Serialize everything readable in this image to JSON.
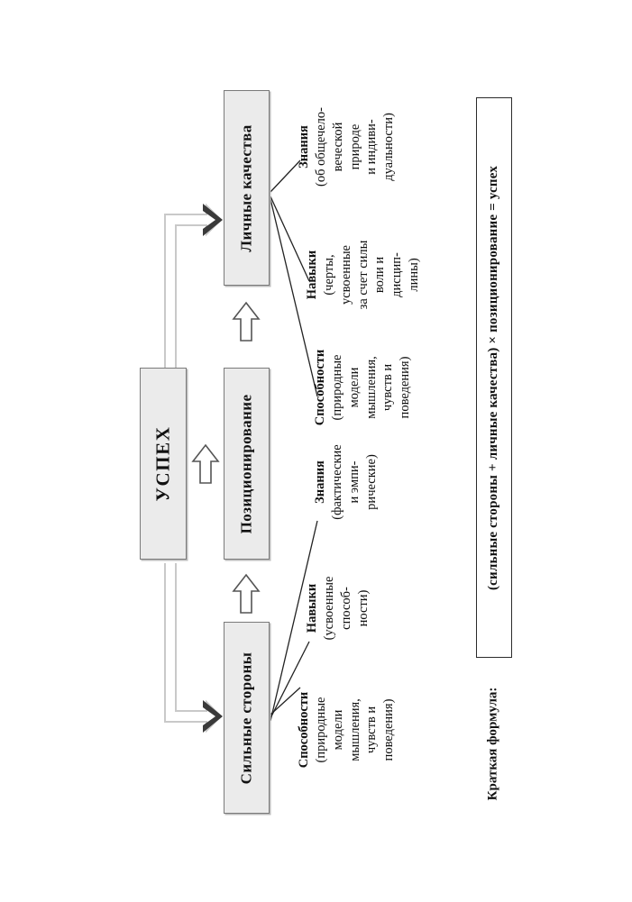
{
  "diagram": {
    "title_node": "УСПЕХ",
    "nodes": [
      {
        "id": "success",
        "label": "УСПЕХ"
      },
      {
        "id": "personal",
        "label": "Личные качества"
      },
      {
        "id": "position",
        "label": "Позиционирование"
      },
      {
        "id": "strengths",
        "label": "Сильные стороны"
      }
    ],
    "personal_qualities_items": [
      {
        "heading": "Способности",
        "body": "(природные\nмодели\nмышления,\nчувств и\nповедения)"
      },
      {
        "heading": "Навыки",
        "body": "(черты,\nусвоенные\nза счет силы\nволи и\nдисцип-\nлины)"
      },
      {
        "heading": "Знания",
        "body": "(об общечело-\nвеческой\nприроде\nи индиви-\nдуальности)"
      }
    ],
    "strengths_items": [
      {
        "heading": "Способности",
        "body": "(природные\nмодели\nмышления,\nчувств и\nповедения)"
      },
      {
        "heading": "Навыки",
        "body": "(усвоенные\nспособ-\nности)"
      },
      {
        "heading": "Знания",
        "body": "(фактические\nи эмпи-\nрические)"
      }
    ],
    "formula": {
      "label": "Краткая формула:",
      "expression": "(сильные стороны + личные качества) × позиционирование = успех"
    },
    "colors": {
      "node_fill": "#ebebeb",
      "node_border": "#7a7a7a",
      "connector_gray": "#c9c9c9",
      "arrowhead": "#3a3a3a",
      "text": "#111111",
      "formula_border": "#2b2b2b"
    },
    "arrows": [
      {
        "name": "strengths-to-position",
        "style": "hollow-block"
      },
      {
        "name": "position-to-success",
        "style": "hollow-block"
      },
      {
        "name": "position-to-personal",
        "style": "hollow-block"
      },
      {
        "name": "success-to-personal",
        "style": "elbow-gray"
      },
      {
        "name": "success-to-strengths",
        "style": "elbow-gray"
      }
    ]
  }
}
